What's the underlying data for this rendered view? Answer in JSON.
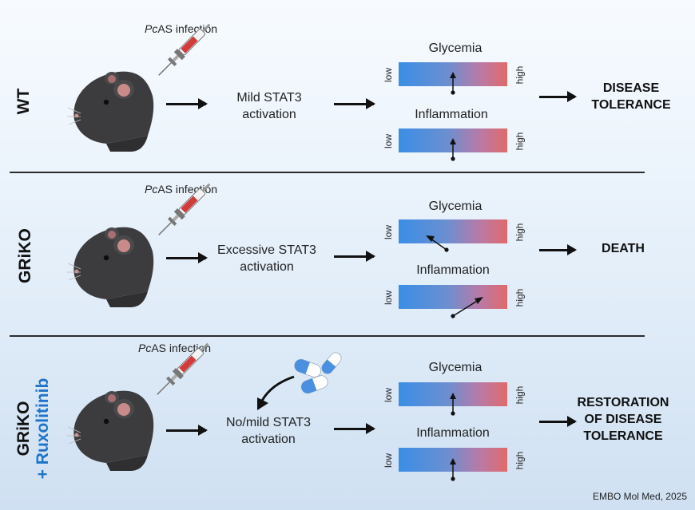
{
  "panels": [
    {
      "group": "WT",
      "drug": "",
      "infection_prefix": "Pc",
      "infection_suffix": "AS infection",
      "stat3": [
        "Mild STAT3",
        "activation"
      ],
      "glycemia": "Glycemia",
      "inflammation": "Inflammation",
      "outcome": [
        "DISEASE",
        "TOLERANCE"
      ]
    },
    {
      "group": "GRiKO",
      "drug": "",
      "infection_prefix": "Pc",
      "infection_suffix": "AS infection",
      "stat3": [
        "Excessive STAT3",
        "activation"
      ],
      "glycemia": "Glycemia",
      "inflammation": "Inflammation",
      "outcome": [
        "DEATH"
      ]
    },
    {
      "group": "GRiKO",
      "drug": "+ Ruxolitinib",
      "infection_prefix": "Pc",
      "infection_suffix": "AS infection",
      "stat3": [
        "No/mild STAT3",
        "activation"
      ],
      "glycemia": "Glycemia",
      "inflammation": "Inflammation",
      "outcome": [
        "RESTORATION",
        "OF DISEASE",
        "TOLERANCE"
      ]
    }
  ],
  "gauge": {
    "low": "low",
    "high": "high"
  },
  "credit": "EMBO Mol Med, 2025",
  "colors": {
    "low": "#3a8ee6",
    "high": "#e06a6a",
    "drug": "#1d74c9",
    "pill_blue": "#4a8fe0",
    "pill_white": "#ffffff"
  }
}
